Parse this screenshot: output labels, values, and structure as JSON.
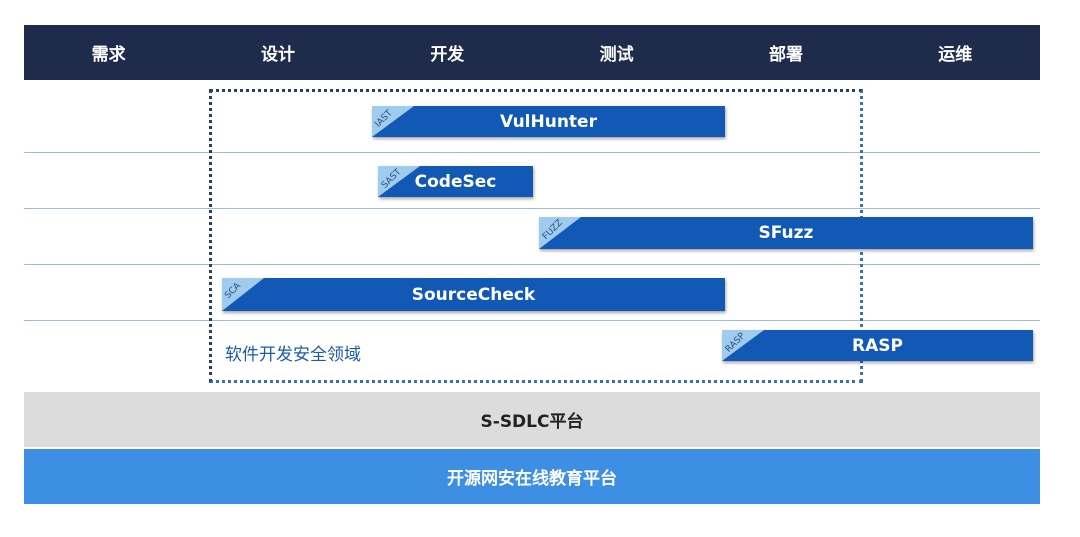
{
  "phases": [
    "需求",
    "设计",
    "开发",
    "测试",
    "部署",
    "运维"
  ],
  "tools": [
    {
      "tag": "IAST",
      "name": "VulHunter"
    },
    {
      "tag": "SAST",
      "name": "CodeSec"
    },
    {
      "tag": "FUZZ",
      "name": "SFuzz"
    },
    {
      "tag": "SCA",
      "name": "SourceCheck"
    },
    {
      "tag": "RASP",
      "name": "RASP"
    }
  ],
  "domain_label": "软件开发安全领域",
  "platform": "S-SDLC平台",
  "education": "开源网安在线教育平台"
}
